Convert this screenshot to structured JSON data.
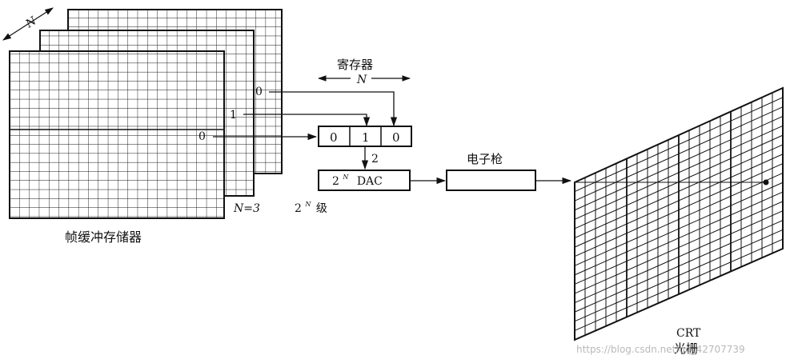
{
  "labels": {
    "n_top": "N",
    "register_title": "寄存器",
    "register_width": "N",
    "frame_buffer": "帧缓冲存储器",
    "n_equals": "N=3",
    "levels": "2",
    "levels_sup": "N",
    "levels_suffix": "级",
    "dac": "2",
    "dac_sup": "N",
    "dac_suffix": "DAC",
    "electron_gun": "电子枪",
    "crt": "CRT",
    "raster": "光栅",
    "line_value": "2"
  },
  "bit_inputs": [
    "0",
    "1",
    "0"
  ],
  "register_bits": [
    "0",
    "1",
    "0"
  ],
  "watermark": "https://blog.csdn.net/qq_42707739"
}
